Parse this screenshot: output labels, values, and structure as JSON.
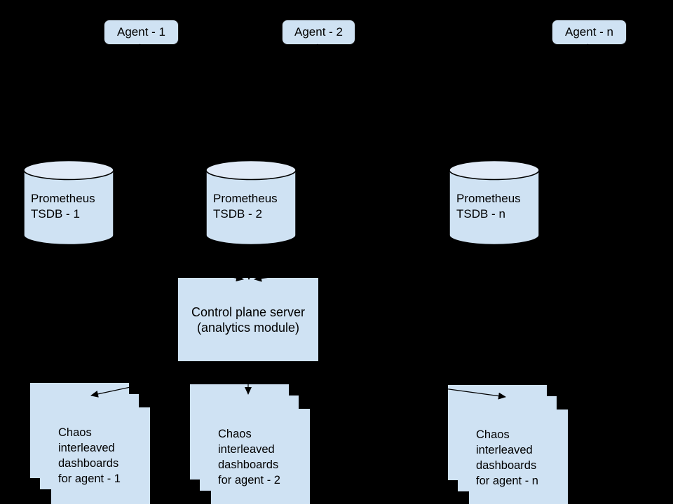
{
  "diagram": {
    "background": "#000000",
    "node_fill": "#cfe2f3",
    "cylinder_top_fill": "#e0eaf7",
    "node_border": "#1c1c1c",
    "arrow_color": "#000000",
    "text_color": "#000000"
  },
  "agents": [
    {
      "label": "Agent - 1"
    },
    {
      "label": "Agent - 2"
    },
    {
      "label": "Agent - n"
    }
  ],
  "databases": [
    {
      "line1": "Prometheus",
      "line2": "TSDB - 1"
    },
    {
      "line1": "Prometheus",
      "line2": "TSDB - 2"
    },
    {
      "line1": "Prometheus",
      "line2": "TSDB - n"
    }
  ],
  "control_plane": {
    "line1": "Control plane server",
    "line2": "(analytics module)"
  },
  "dashboard_stacks": [
    {
      "lines": [
        "Chaos",
        "interleaved",
        "dashboards",
        "for agent - 1"
      ]
    },
    {
      "lines": [
        "Chaos",
        "interleaved",
        "dashboards",
        "for agent - 2"
      ]
    },
    {
      "lines": [
        "Chaos",
        "interleaved",
        "dashboards",
        "for agent - n"
      ]
    }
  ],
  "edges": [
    {
      "from": "agent-1",
      "to": "prometheus-tsdb-1"
    },
    {
      "from": "agent-2",
      "to": "prometheus-tsdb-2"
    },
    {
      "from": "agent-n",
      "to": "prometheus-tsdb-n"
    },
    {
      "from": "prometheus-tsdb-1",
      "to": "control-plane-server"
    },
    {
      "from": "prometheus-tsdb-2",
      "to": "control-plane-server"
    },
    {
      "from": "prometheus-tsdb-n",
      "to": "control-plane-server"
    },
    {
      "from": "control-plane-server",
      "to": "dashboards-agent-1"
    },
    {
      "from": "control-plane-server",
      "to": "dashboards-agent-2"
    },
    {
      "from": "control-plane-server",
      "to": "dashboards-agent-n"
    }
  ]
}
